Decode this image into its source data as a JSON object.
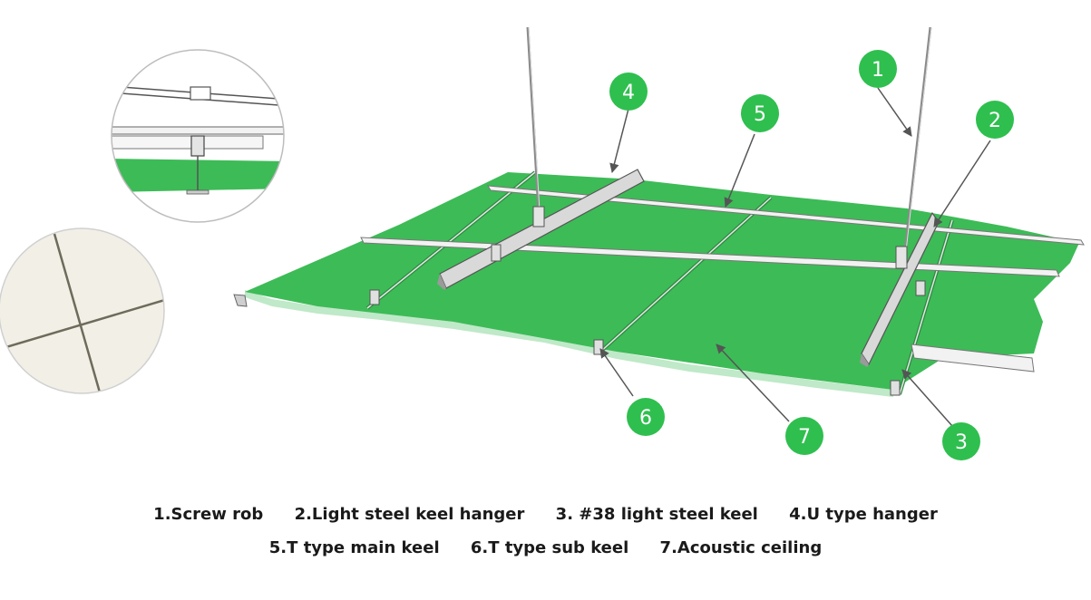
{
  "colors": {
    "panel_green": "#3dbb57",
    "panel_edge": "#bfe9c8",
    "badge_green": "#2fbf4f",
    "keel_light": "#f1f1f1",
    "keel_dark": "#8a8a8a"
  },
  "badges": [
    "1",
    "2",
    "3",
    "4",
    "5",
    "6",
    "7"
  ],
  "legend": {
    "row1": [
      "1.Screw rob",
      "2.Light steel keel hanger",
      "3. #38 light steel keel",
      "4.U type hanger"
    ],
    "row2": [
      "5.T type main keel",
      "6.T type sub keel",
      "7.Acoustic ceiling"
    ]
  }
}
